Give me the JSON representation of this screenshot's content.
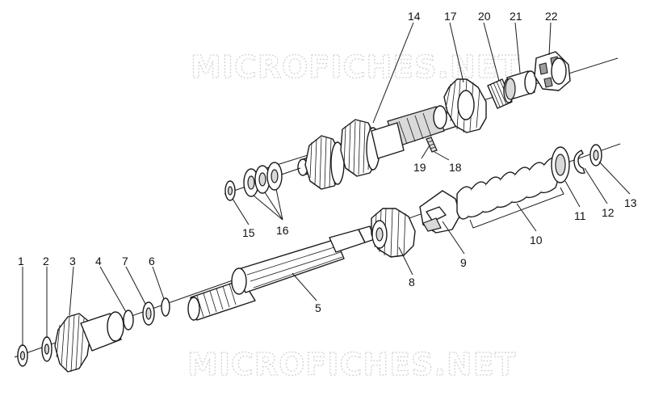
{
  "watermark": "MICROFICHES.NET",
  "callouts": {
    "c1": "1",
    "c2": "2",
    "c3": "3",
    "c4": "4",
    "c5": "5",
    "c6": "6",
    "c7": "7",
    "c8": "8",
    "c9": "9",
    "c10": "10",
    "c11": "11",
    "c12": "12",
    "c13": "13",
    "c14": "14",
    "c15": "15",
    "c16": "16",
    "c17": "17",
    "c18": "18",
    "c19": "19",
    "c20": "20",
    "c21": "21",
    "c22": "22"
  },
  "colors": {
    "ink": "#1a1a1a",
    "watermark": "#d2d2d2",
    "shade": "#d9d9d9",
    "background": "#ffffff"
  }
}
